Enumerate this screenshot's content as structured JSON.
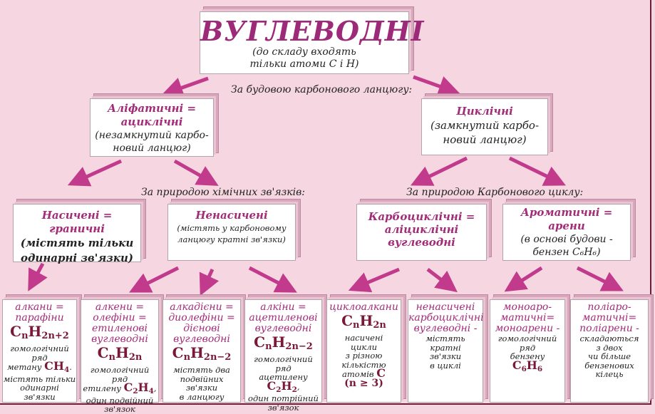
{
  "title": "ВУГЛЕВОДНІ",
  "title_sub": "(до складу входять\nтільки атоми С і Н)",
  "caption_structure": "За будовою карбонового ланцюгу:",
  "caption_bonds": "За природою хімічних зв'язків:",
  "caption_cycle": "За природою Карбонового циклу:",
  "aliphatic": {
    "title": "Аліфатичні =\nациклічні",
    "desc": "(незамкнутий карбо-\nновий ланцюг)"
  },
  "cyclic": {
    "title": "Циклічні",
    "desc": "(замкнутий карбо-\nновий ланцюг)"
  },
  "saturated": {
    "title": "Насичені = граничні",
    "desc": "(містять тільки\nодинарні зв'язки)"
  },
  "unsaturated": {
    "title": "Ненасичені",
    "desc": "(містять у карбоновому\nланцюгу кратні зв'язки)"
  },
  "carbocyclic": {
    "title": "Карбоциклічні =\nаліциклічні\nвуглеводні"
  },
  "aromatic": {
    "title": "Ароматичні =\nарени",
    "desc": "(в основі будови -\nбензен C₆H₆)"
  },
  "cards": [
    {
      "title": "алкани =\nпарафіни",
      "formula": [
        [
          "C",
          0
        ],
        [
          "n",
          1
        ],
        [
          "H",
          0
        ],
        [
          "2n+2",
          1
        ]
      ],
      "desc": "гомологічний\nряд\nметану ",
      "inline": [
        [
          "CH",
          0
        ],
        [
          "4",
          1
        ]
      ],
      "after": ".\nмістять тільки\nодинарні\nзв'язки"
    },
    {
      "title": "алкени =\nолефіни =\nетиленові\nвуглеводні",
      "formula": [
        [
          "C",
          0
        ],
        [
          "n",
          1
        ],
        [
          "H",
          0
        ],
        [
          "2n",
          1
        ]
      ],
      "desc": "гомологічний ряд\nетилену ",
      "inline": [
        [
          "C",
          0
        ],
        [
          "2",
          1
        ],
        [
          "H",
          0
        ],
        [
          "4",
          1
        ]
      ],
      "after": ",\nодин подвійний\nзв'язок"
    },
    {
      "title": "алкадієни =\nдиолефіни =\nдієнові\nвуглеводні",
      "formula": [
        [
          "C",
          0
        ],
        [
          "n",
          1
        ],
        [
          "H",
          0
        ],
        [
          "2n−2",
          1
        ]
      ],
      "desc": "містять два\nподвійних\nзв'язки\nв ланцюгу"
    },
    {
      "title": "алкіни =\nацетиленові\nвуглеводні",
      "formula": [
        [
          "C",
          0
        ],
        [
          "n",
          1
        ],
        [
          "H",
          0
        ],
        [
          "2n−2",
          1
        ]
      ],
      "desc": "гомологічний\nряд\nацетилену ",
      "inline": [
        [
          "C",
          0
        ],
        [
          "2",
          1
        ],
        [
          "H",
          0
        ],
        [
          "2",
          1
        ]
      ],
      "after": ",\nодин потрійний\nзв'язок"
    },
    {
      "title": "циклоалкани",
      "formula": [
        [
          "C",
          0
        ],
        [
          "n",
          1
        ],
        [
          "H",
          0
        ],
        [
          "2n",
          1
        ]
      ],
      "desc": "насичені\nцикли\nз різною\nкількістю\nатомів ",
      "inline": [
        [
          "C",
          0
        ]
      ],
      "after": "\n",
      "note": "(n ≥ 3)"
    },
    {
      "title": "ненасичені\nкарбоциклічні\nвуглеводні -",
      "desc": "містять\nкратні\nзв'язки\nв циклі"
    },
    {
      "title": "моноаро-\nматичні=\nмоноарени -",
      "desc": "гомологічний\nряд\nбензену\n",
      "inline": [
        [
          "C",
          0
        ],
        [
          "6",
          1
        ],
        [
          "H",
          0
        ],
        [
          "6",
          1
        ]
      ]
    },
    {
      "title": "поліаро-\nматичні=\nполіарени -",
      "desc": "складаються\nз двох\nчи більше\nбензенових\nкілець"
    }
  ],
  "colors": {
    "arrow": "#c13a8c",
    "title": "#9c2a78",
    "formula": "#7a1838",
    "background": "#f6d6e0"
  }
}
